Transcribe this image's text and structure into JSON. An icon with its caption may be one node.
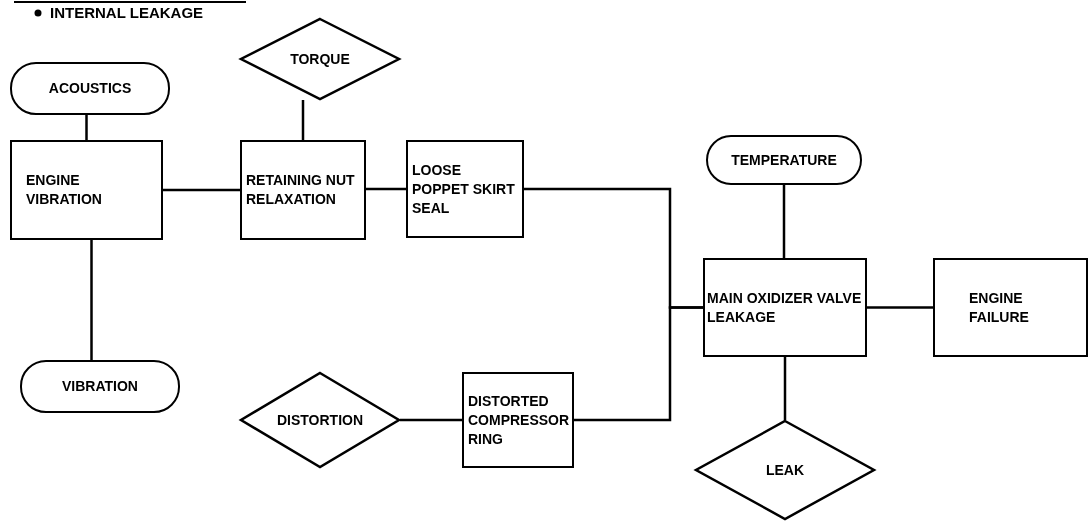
{
  "diagram": {
    "nodes": [
      {
        "text": [
          "ACOUSTICS"
        ]
      },
      {
        "text": [
          "TORQUE"
        ]
      },
      {
        "text": [
          "ENGINE VIBRATION"
        ]
      },
      {
        "text": [
          "RETAINING NUT RELAXATION"
        ]
      },
      {
        "text": [
          "LOOSE POPPET SKIRT SEAL"
        ]
      },
      {
        "text": [
          "TEMPERATURE"
        ]
      },
      {
        "text": [
          "MAIN OXIDIZER VALVE LEAKAGE"
        ]
      },
      {
        "text": [
          "ENGINE FAILURE"
        ]
      },
      {
        "text": [
          "VIBRATION"
        ]
      },
      {
        "text": [
          "DISTORTION"
        ]
      },
      {
        "text": [
          "DISTORTED COMPRESSOR RING"
        ]
      },
      {
        "text": [
          "LEAK"
        ]
      }
    ],
    "edges": [
      {
        "from": 0,
        "to": 2,
        "arrow": "none"
      },
      {
        "from": 1,
        "to": 3,
        "arrow": "none"
      },
      {
        "from": 2,
        "to": 3,
        "arrow": "none"
      },
      {
        "from": 3,
        "to": 4,
        "arrow": "none"
      },
      {
        "from": 2,
        "to": 8,
        "arrow": "none"
      },
      {
        "from": 4,
        "to": 6,
        "arrow": "none"
      },
      {
        "from": 10,
        "to": 6,
        "arrow": "none"
      },
      {
        "from": 9,
        "to": 10,
        "arrow": "none"
      },
      {
        "from": 5,
        "to": 6,
        "arrow": "none"
      },
      {
        "from": 6,
        "to": 11,
        "arrow": "none"
      },
      {
        "from": 6,
        "to": 7,
        "arrow": "none"
      }
    ],
    "labels": [
      "INTERNAL LEAKAGE"
    ]
  }
}
